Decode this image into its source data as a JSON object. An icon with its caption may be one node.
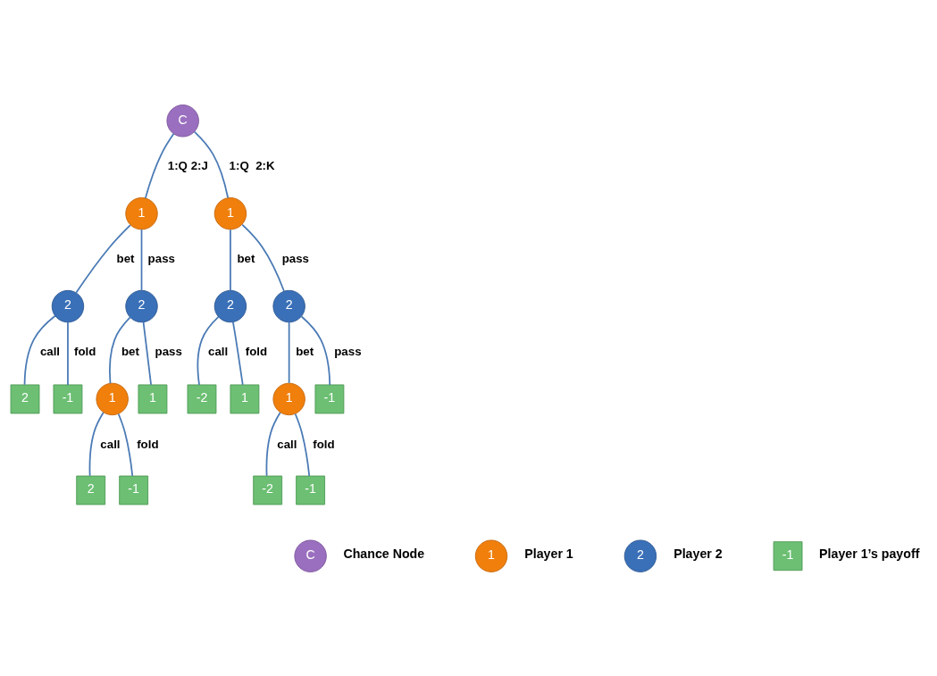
{
  "diagram": {
    "nodes": [
      {
        "text": [
          "C"
        ]
      },
      {
        "text": [
          "1"
        ]
      },
      {
        "text": [
          "1"
        ]
      },
      {
        "text": [
          "2"
        ]
      },
      {
        "text": [
          "2"
        ]
      },
      {
        "text": [
          "2"
        ]
      },
      {
        "text": [
          "2"
        ]
      },
      {
        "text": [
          "2"
        ]
      },
      {
        "text": [
          "-1"
        ]
      },
      {
        "text": [
          "1"
        ]
      },
      {
        "text": [
          "1"
        ]
      },
      {
        "text": [
          "-2"
        ]
      },
      {
        "text": [
          "1"
        ]
      },
      {
        "text": [
          "1"
        ]
      },
      {
        "text": [
          "-1"
        ]
      },
      {
        "text": [
          "2"
        ]
      },
      {
        "text": [
          "-1"
        ]
      },
      {
        "text": [
          "-2"
        ]
      },
      {
        "text": [
          "-1"
        ]
      },
      {
        "text": [
          "C"
        ],
        "beside": [
          "Chance Node"
        ]
      },
      {
        "text": [
          "1"
        ],
        "beside": [
          "Player 1"
        ]
      },
      {
        "text": [
          "2"
        ],
        "beside": [
          "Player 2"
        ]
      },
      {
        "text": [
          "-1"
        ],
        "beside": [
          "Player 1’s payoff"
        ]
      }
    ],
    "edges": [
      {
        "from": 0,
        "to": 1,
        "arrow": "none",
        "label": "1:Q 2:J"
      },
      {
        "from": 0,
        "to": 2,
        "arrow": "none",
        "label": "1:Q  2:K"
      },
      {
        "from": 1,
        "to": 3,
        "arrow": "none",
        "label": "bet"
      },
      {
        "from": 1,
        "to": 4,
        "arrow": "none",
        "label": "pass"
      },
      {
        "from": 2,
        "to": 5,
        "arrow": "none",
        "label": "bet"
      },
      {
        "from": 2,
        "to": 6,
        "arrow": "none",
        "label": "pass"
      },
      {
        "from": 3,
        "to": 7,
        "arrow": "none",
        "label": "call"
      },
      {
        "from": 3,
        "to": 8,
        "arrow": "none",
        "label": "fold"
      },
      {
        "from": 4,
        "to": 9,
        "arrow": "none",
        "label": "bet"
      },
      {
        "from": 4,
        "to": 10,
        "arrow": "none",
        "label": "pass"
      },
      {
        "from": 5,
        "to": 11,
        "arrow": "none",
        "label": "call"
      },
      {
        "from": 5,
        "to": 12,
        "arrow": "none",
        "label": "fold"
      },
      {
        "from": 6,
        "to": 13,
        "arrow": "none",
        "label": "bet"
      },
      {
        "from": 6,
        "to": 14,
        "arrow": "none",
        "label": "pass"
      },
      {
        "from": 9,
        "to": 15,
        "arrow": "none",
        "label": "call"
      },
      {
        "from": 9,
        "to": 16,
        "arrow": "none",
        "label": "fold"
      },
      {
        "from": 13,
        "to": 17,
        "arrow": "none",
        "label": "call"
      },
      {
        "from": 13,
        "to": 18,
        "arrow": "none",
        "label": "fold"
      }
    ]
  }
}
